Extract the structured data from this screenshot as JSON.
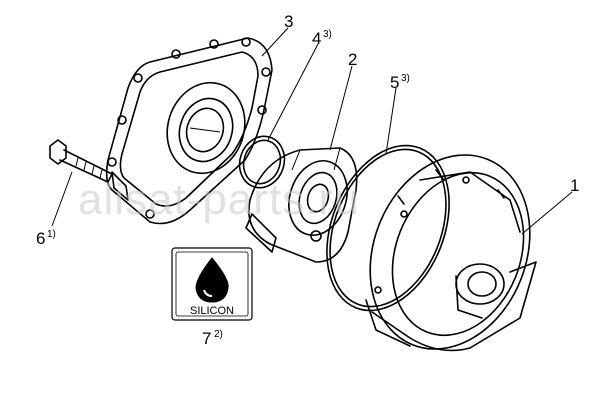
{
  "watermark": "alisat-parts.ru",
  "callouts": [
    {
      "id": "1",
      "label": "1",
      "sup": ""
    },
    {
      "id": "2",
      "label": "2",
      "sup": ""
    },
    {
      "id": "3",
      "label": "3",
      "sup": ""
    },
    {
      "id": "4",
      "label": "4",
      "sup": "3)"
    },
    {
      "id": "5",
      "label": "5",
      "sup": "3)"
    },
    {
      "id": "6",
      "label": "6",
      "sup": "1)"
    },
    {
      "id": "7",
      "label": "7",
      "sup": "2)"
    }
  ],
  "silicon_box": {
    "text": "SILICON"
  },
  "parts": [
    {
      "name": "housing"
    },
    {
      "name": "pump-cover"
    },
    {
      "name": "bolt"
    },
    {
      "name": "o-ring-small"
    },
    {
      "name": "impeller"
    },
    {
      "name": "o-ring-large"
    },
    {
      "name": "pump-body"
    }
  ]
}
